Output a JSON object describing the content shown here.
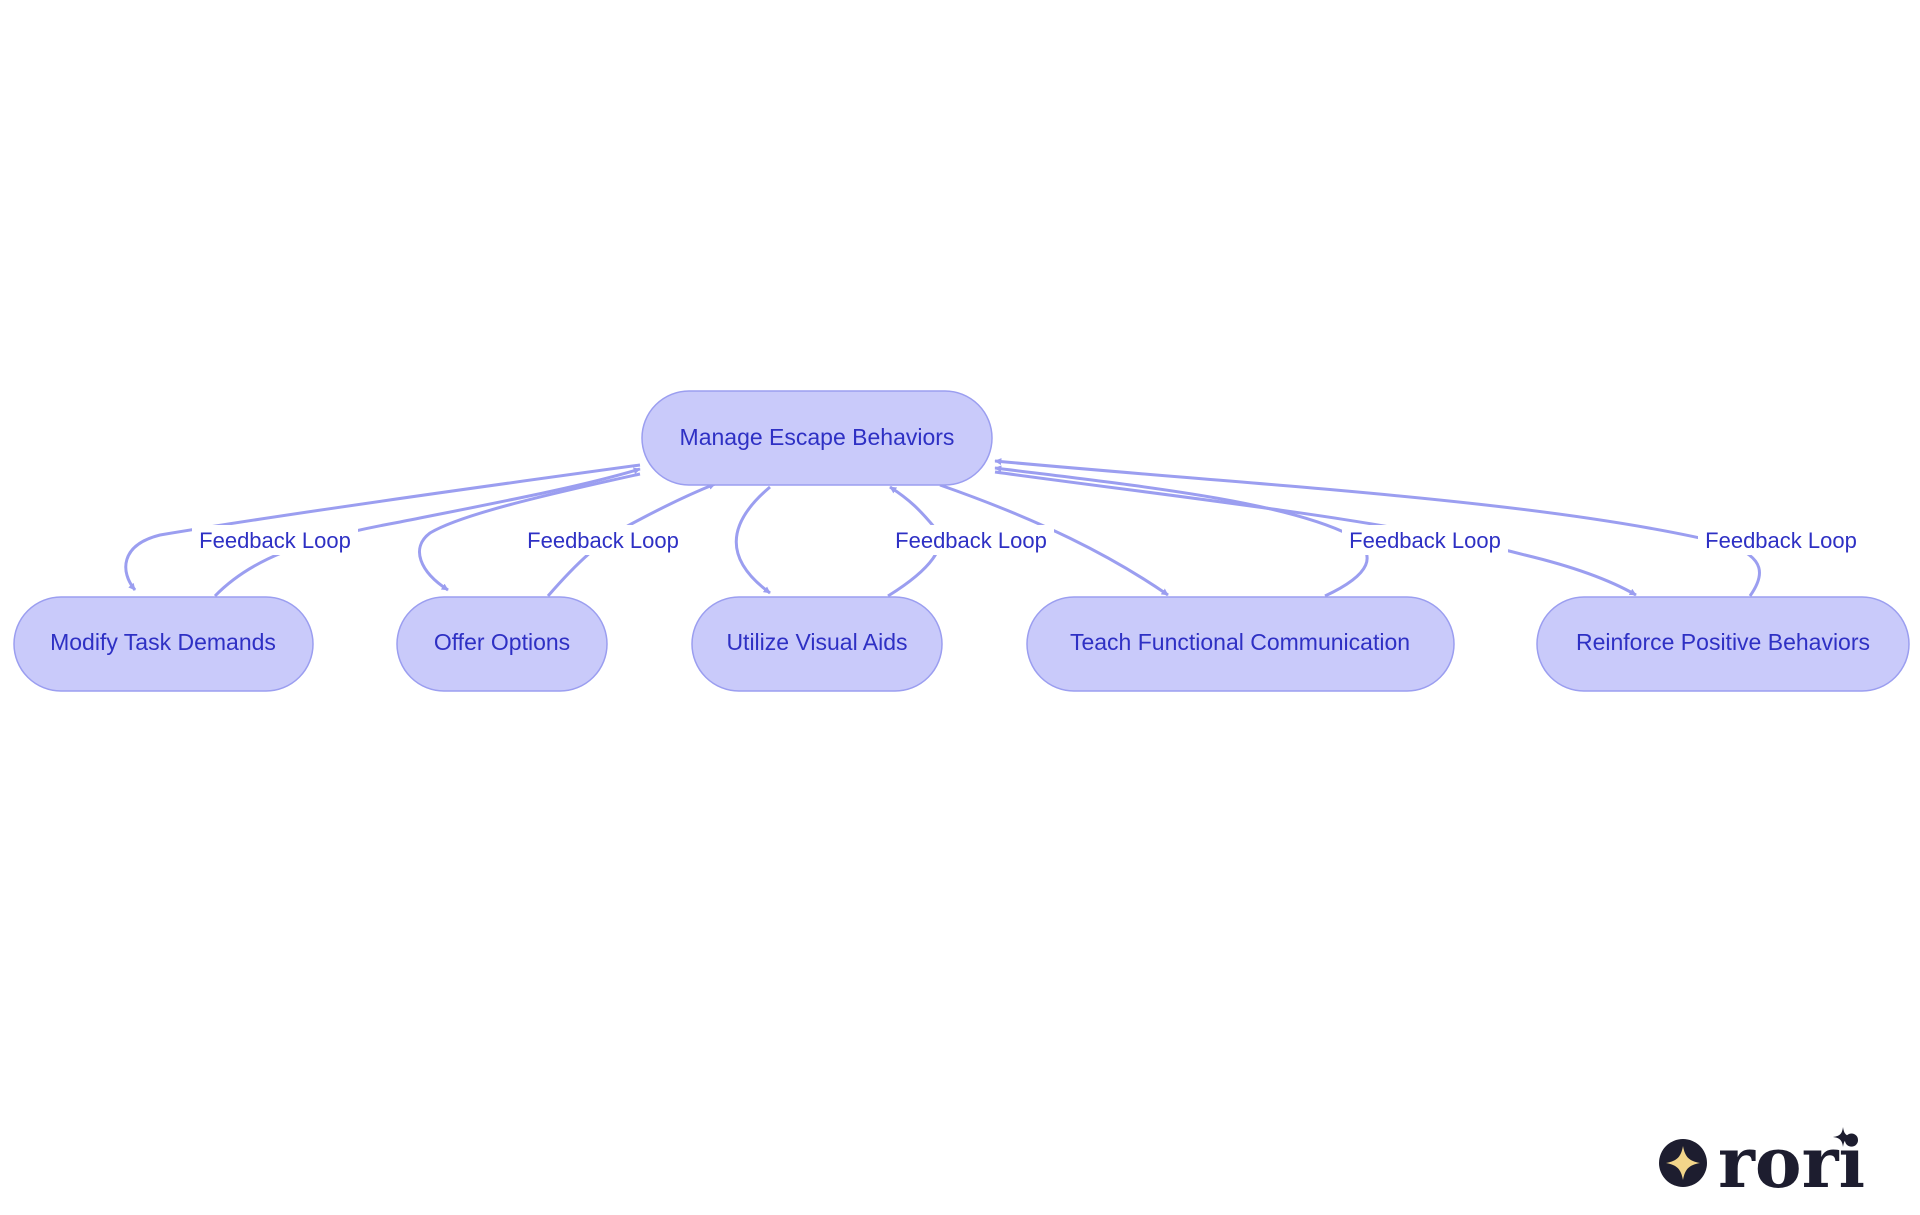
{
  "diagram": {
    "root": {
      "label": "Manage Escape Behaviors"
    },
    "children": [
      {
        "label": "Modify Task Demands",
        "feedback_label": "Feedback Loop"
      },
      {
        "label": "Offer Options",
        "feedback_label": "Feedback Loop"
      },
      {
        "label": "Utilize Visual Aids",
        "feedback_label": "Feedback Loop"
      },
      {
        "label": "Teach Functional Communication",
        "feedback_label": "Feedback Loop"
      },
      {
        "label": "Reinforce Positive Behaviors",
        "feedback_label": "Feedback Loop"
      }
    ]
  },
  "logo": {
    "text": "rori",
    "icon": "sparkle-icon"
  },
  "colors": {
    "node_fill": "#c9cafa",
    "node_stroke": "#9b9ef0",
    "text": "#2e30c4",
    "edge": "#9b9ef0",
    "logo_dark": "#1d1d2f",
    "logo_accent": "#f2d58a"
  }
}
